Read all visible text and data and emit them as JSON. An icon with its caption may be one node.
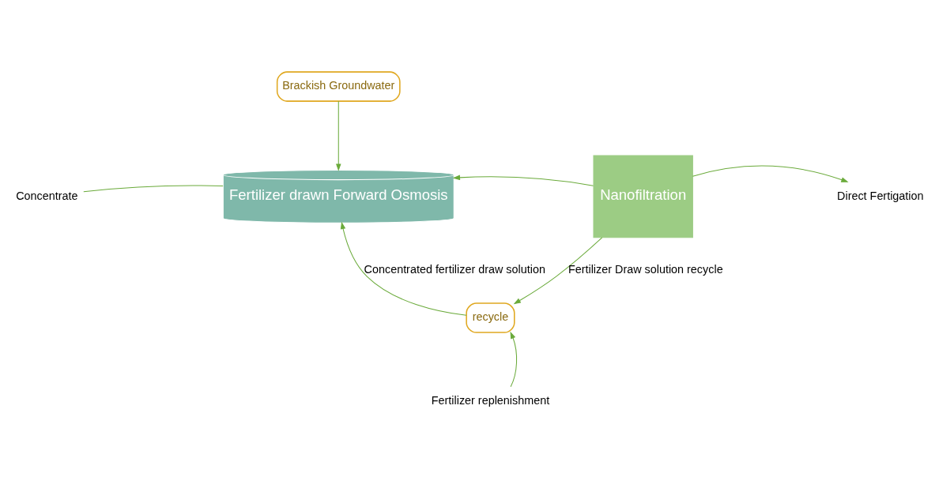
{
  "diagram": {
    "nodes": [
      {
        "text": [
          "Brackish Groundwater"
        ]
      },
      {
        "text": [
          "Fertilizer drawn Forward Osmosis"
        ]
      },
      {
        "text": [
          "Nanofiltration"
        ]
      },
      {
        "text": [
          "Concentrate"
        ]
      },
      {
        "text": [
          "Direct Fertigation"
        ]
      },
      {
        "text": [
          "recycle"
        ]
      },
      {
        "text": [
          "Fertilizer replenishment"
        ]
      }
    ],
    "edges": [
      {
        "from": 0,
        "to": 1,
        "arrow": "to"
      },
      {
        "from": 1,
        "to": 3,
        "arrow": "none"
      },
      {
        "from": 2,
        "to": 1,
        "arrow": "to"
      },
      {
        "from": 2,
        "to": 4,
        "arrow": "to"
      },
      {
        "from": 2,
        "to": 5,
        "arrow": "to",
        "label": "Fertilizer Draw solution recycle"
      },
      {
        "from": 5,
        "to": 1,
        "arrow": "to",
        "label": "Concentrated fertilizer draw solution"
      },
      {
        "from": 6,
        "to": 5,
        "arrow": "to"
      }
    ]
  }
}
